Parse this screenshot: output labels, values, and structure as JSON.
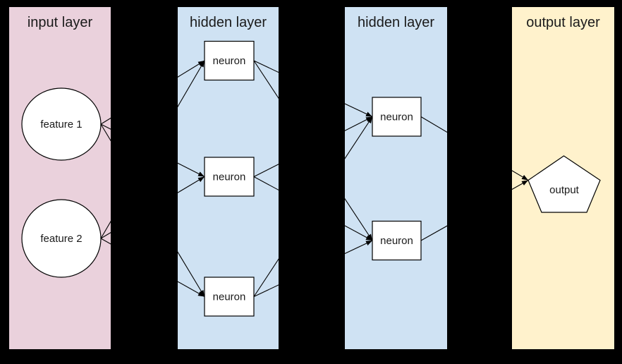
{
  "canvas": {
    "background_color": "#000000",
    "edge_color": "#000000",
    "node_fill_color": "#ffffff",
    "node_border_color": "#000000",
    "text_color": "#1a1a1a"
  },
  "layers": [
    {
      "title": "input layer",
      "color": "#ead1dc",
      "nodes": [
        {
          "label": "feature 1",
          "shape": "ellipse"
        },
        {
          "label": "feature 2",
          "shape": "ellipse"
        }
      ]
    },
    {
      "title": "hidden layer",
      "color": "#cfe2f3",
      "nodes": [
        {
          "label": "neuron",
          "shape": "rectangle"
        },
        {
          "label": "neuron",
          "shape": "rectangle"
        },
        {
          "label": "neuron",
          "shape": "rectangle"
        }
      ]
    },
    {
      "title": "hidden layer",
      "color": "#cfe2f3",
      "nodes": [
        {
          "label": "neuron",
          "shape": "rectangle"
        },
        {
          "label": "neuron",
          "shape": "rectangle"
        }
      ]
    },
    {
      "title": "output layer",
      "color": "#fff2cc",
      "nodes": [
        {
          "label": "output",
          "shape": "pentagon"
        }
      ]
    }
  ],
  "edges": [
    {
      "from": "feature 1",
      "to": "hidden layer 1 neuron 1"
    },
    {
      "from": "feature 1",
      "to": "hidden layer 1 neuron 2"
    },
    {
      "from": "feature 1",
      "to": "hidden layer 1 neuron 3"
    },
    {
      "from": "feature 2",
      "to": "hidden layer 1 neuron 1"
    },
    {
      "from": "feature 2",
      "to": "hidden layer 1 neuron 2"
    },
    {
      "from": "feature 2",
      "to": "hidden layer 1 neuron 3"
    },
    {
      "from": "hidden layer 1 neuron 1",
      "to": "hidden layer 2 neuron 1"
    },
    {
      "from": "hidden layer 1 neuron 1",
      "to": "hidden layer 2 neuron 2"
    },
    {
      "from": "hidden layer 1 neuron 2",
      "to": "hidden layer 2 neuron 1"
    },
    {
      "from": "hidden layer 1 neuron 2",
      "to": "hidden layer 2 neuron 2"
    },
    {
      "from": "hidden layer 1 neuron 3",
      "to": "hidden layer 2 neuron 1"
    },
    {
      "from": "hidden layer 1 neuron 3",
      "to": "hidden layer 2 neuron 2"
    },
    {
      "from": "hidden layer 2 neuron 1",
      "to": "output"
    },
    {
      "from": "hidden layer 2 neuron 2",
      "to": "output"
    }
  ]
}
